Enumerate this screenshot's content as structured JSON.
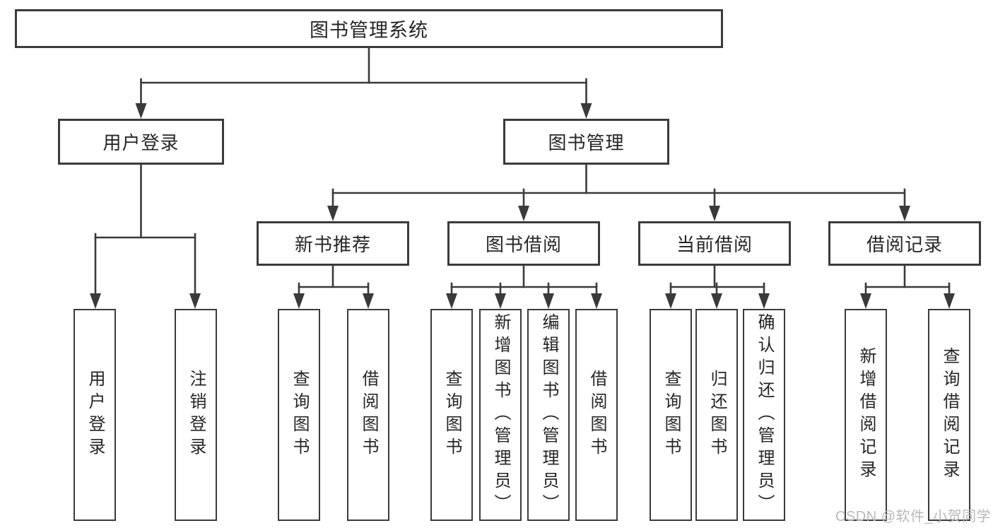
{
  "diagram": {
    "root": "图书管理系统",
    "level2": [
      "用户登录",
      "图书管理"
    ],
    "level3": [
      "新书推荐",
      "图书借阅",
      "当前借阅",
      "借阅记录"
    ],
    "leaves_login": [
      "用户登录",
      "注销登录"
    ],
    "leaves_newbook": [
      "查询图书",
      "借阅图书"
    ],
    "leaves_bookborrow": [
      "查询图书",
      "新增图书（管理员）",
      "编辑图书（管理员）",
      "借阅图书"
    ],
    "leaves_current": [
      "查询图书",
      "归还图书",
      "确认归还（管理员）"
    ],
    "leaves_records": [
      "新增借阅记录",
      "查询借阅记录"
    ]
  },
  "watermark": "CSDN @软件_小贺同学",
  "colors": {
    "line": "#3a3a3a",
    "box_border": "#3b3b3b",
    "text": "#262626",
    "watermark": "#b9b9b9",
    "background": "#ffffff"
  }
}
